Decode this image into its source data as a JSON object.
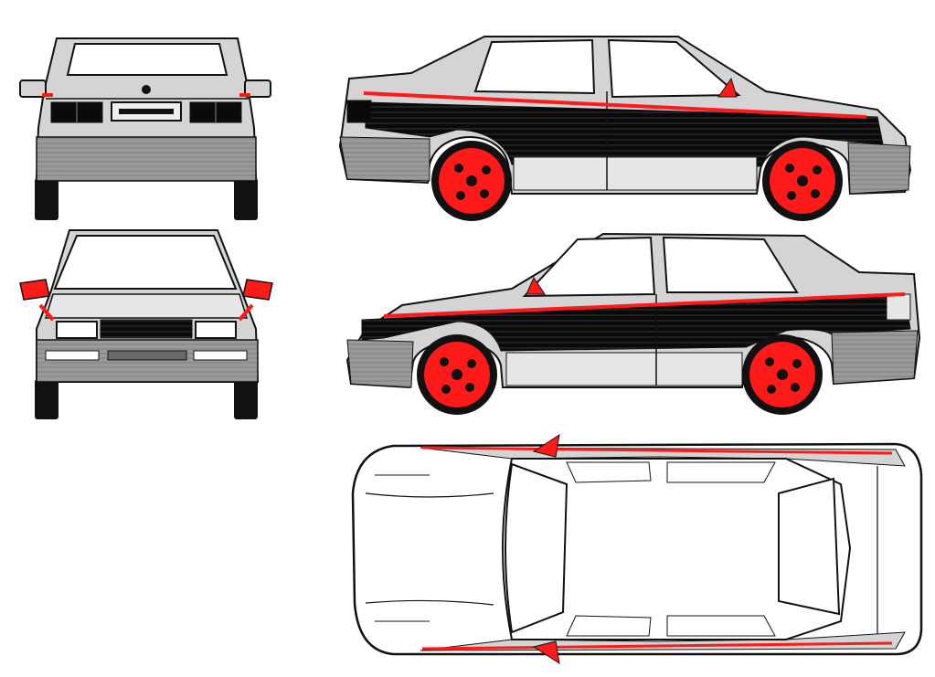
{
  "diagram": {
    "subject": "sedan-damage-blueprint",
    "views": [
      "rear",
      "front",
      "right-side",
      "left-side",
      "top"
    ],
    "colors": {
      "outline": "#111111",
      "panel_fill": "#d4d4d4",
      "dark_panel": "#0a0a0a",
      "bumper_fill": "#9a9a9a",
      "marked_part": "#ff1a1a",
      "glass": "#ffffff",
      "tire": "#111111",
      "background": "#ffffff"
    },
    "marked_parts": [
      "wheels",
      "side-mirrors",
      "belt-trim-stripe",
      "light-edges"
    ]
  }
}
